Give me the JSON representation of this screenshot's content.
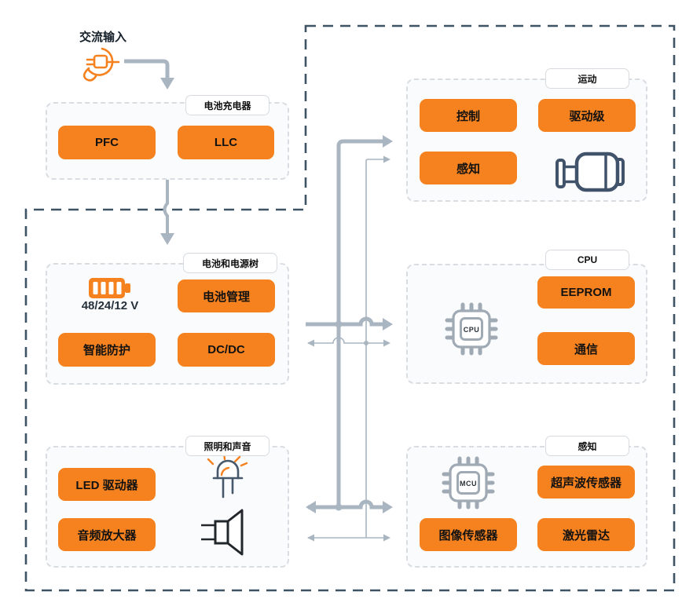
{
  "colors": {
    "accent_orange": "#f6821f",
    "wire_gray": "#a9b5c0",
    "boundary_slate": "#3e5363",
    "motor_slate": "#41536b",
    "chip_icon_gray": "#9faab4",
    "led_body_gray": "#46586c",
    "speaker_black": "#22272c"
  },
  "ac_input": {
    "label": "交流输入"
  },
  "charger": {
    "tag": "电池充电器",
    "pfc": "PFC",
    "llc": "LLC"
  },
  "battery": {
    "tag": "电池和电源树",
    "voltage": "48/24/12 V",
    "bms": "电池管理",
    "protection": "智能防护",
    "dcdc": "DC/DC"
  },
  "lighting": {
    "tag": "照明和声音",
    "led_driver": "LED 驱动器",
    "audio_amp": "音频放大器"
  },
  "motion": {
    "tag": "运动",
    "control": "控制",
    "drive": "驱动级",
    "sense": "感知"
  },
  "cpu": {
    "tag": "CPU",
    "chip_label": "CPU",
    "eeprom": "EEPROM",
    "comm": "通信"
  },
  "perception": {
    "tag": "感知",
    "chip_label": "MCU",
    "ultrasonic": "超声波传感器",
    "image_sensor": "图像传感器",
    "lidar": "激光雷达"
  },
  "icons": {
    "plug-icon": "svg-ac-plug",
    "battery-icon": "svg-battery",
    "motor-icon": "svg-motor",
    "cpu-chip-icon": "svg-chip",
    "mcu-chip-icon": "svg-chip",
    "led-icon": "svg-led",
    "speaker-icon": "svg-speaker"
  }
}
